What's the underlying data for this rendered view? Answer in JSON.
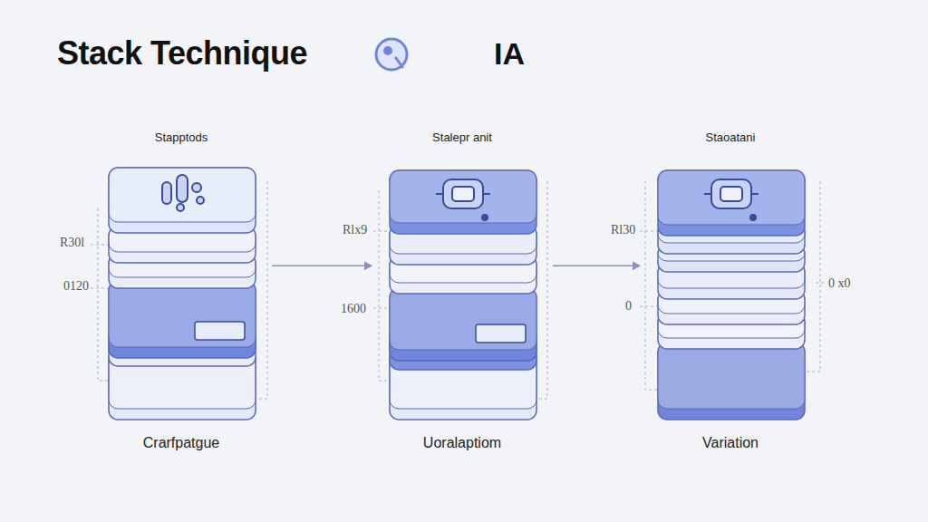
{
  "diagram": {
    "title": "Stack Technique",
    "nodes": [
      {
        "text": [
          "Stapptods",
          "Crarfpatgue"
        ]
      },
      {
        "text": [
          "Stalepr anit",
          "Uoralaptiom"
        ]
      },
      {
        "text": [
          "Staoatani",
          "Variation"
        ]
      }
    ],
    "edges": [
      {
        "from": 0,
        "to": 1,
        "arrow": "to"
      },
      {
        "from": 1,
        "to": 2,
        "arrow": "to"
      }
    ],
    "labels": [
      "IA",
      "R30l",
      "0120",
      "Rlx9",
      "1600",
      "Rl30",
      "0",
      "0 x0"
    ]
  }
}
